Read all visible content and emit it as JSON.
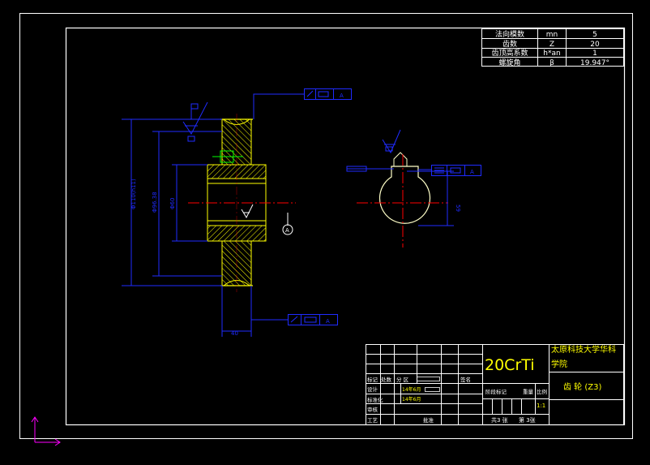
{
  "colors": {
    "background": "#000000",
    "frame": "#ffffff",
    "blue": "#1f2bff",
    "yellow": "#ffff00",
    "red": "#ff0000",
    "green": "#00ff00",
    "magenta": "#ff00ff",
    "cyan": "#00ffff"
  },
  "param_table": {
    "rows": [
      {
        "name": "法向模数",
        "symbol": "mn",
        "value": "5"
      },
      {
        "name": "齿数",
        "symbol": "Z",
        "value": "20"
      },
      {
        "name": "齿顶高系数",
        "symbol": "h*an",
        "value": "1"
      },
      {
        "name": "螺旋角",
        "symbol": "β",
        "value": "19.947°"
      }
    ]
  },
  "tolerance_frames": {
    "top": {
      "value": "A"
    },
    "middle": {
      "value": "A"
    },
    "bottom": {
      "value": "A"
    }
  },
  "datum_labels": {
    "a": "A"
  },
  "title_block": {
    "material": "20CrTi",
    "school": "太原科技大学华科学院",
    "part_name": "齿 轮 (Z3)",
    "scale": "1:1",
    "sheet_total": "共3 张",
    "sheet_no": "第 3张",
    "labels": {
      "mark": "标记",
      "count": "处数",
      "zone": "分 区",
      "sign": "签名",
      "design": "设计",
      "std": "标准化",
      "check": "审核",
      "process": "工艺",
      "approve": "批准",
      "stage": "阶段标记",
      "weight": "重量",
      "ratio": "比例"
    },
    "dates": {
      "d1": "14年6月",
      "d2": "14年6月"
    }
  }
}
